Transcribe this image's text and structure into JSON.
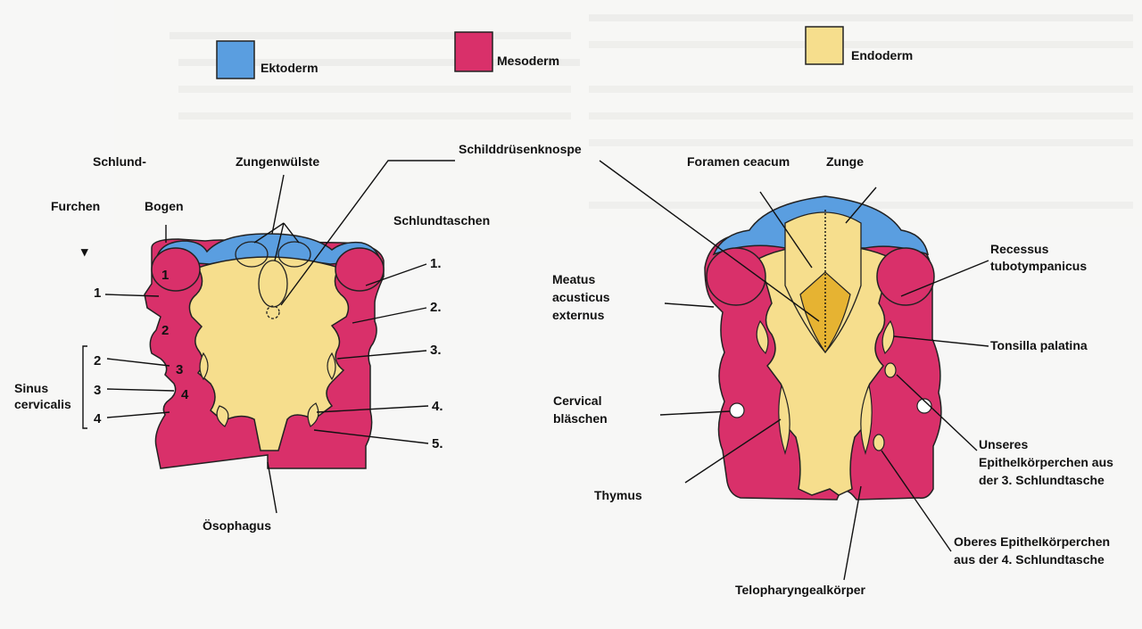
{
  "legend": {
    "ektoderm": {
      "label": "Ektoderm",
      "color": "#5a9ee0"
    },
    "mesoderm": {
      "label": "Mesoderm",
      "color": "#d9306a"
    },
    "endoderm": {
      "label": "Endoderm",
      "color": "#f6de8d"
    }
  },
  "colors": {
    "ektoderm": "#5a9ee0",
    "mesoderm": "#d9306a",
    "endoderm": "#f6de8d",
    "endoderm_dark": "#e6b332",
    "outline": "#222222"
  },
  "left": {
    "schlund": "Schlund-",
    "furchen": "Furchen",
    "bogen": "Bogen",
    "zungenwuelste": "Zungenwülste",
    "schilddruesenknospe": "Schilddrüsenknospe",
    "schlundtaschen": "Schlundtaschen",
    "sinus_line1": "Sinus",
    "sinus_line2": "cervicalis",
    "oesophagus": "Ösophagus",
    "arrow_glyph": "▾",
    "furchen_numbers": [
      "1",
      "2",
      "3",
      "4"
    ],
    "bogen_numbers": [
      "1",
      "2",
      "3",
      "4"
    ],
    "taschen_numbers": [
      "1.",
      "2.",
      "3.",
      "4.",
      "5."
    ]
  },
  "right": {
    "foramen": "Foramen ceacum",
    "zunge": "Zunge",
    "meatus_1": "Meatus",
    "meatus_2": "acusticus",
    "meatus_3": "externus",
    "recessus_1": "Recessus",
    "recessus_2": "tubotympanicus",
    "tonsilla": "Tonsilla palatina",
    "cervical_1": "Cervical",
    "cervical_2": "bläschen",
    "thymus": "Thymus",
    "unteres_1": "Unseres",
    "unteres_2": "Epithelkörperchen aus",
    "unteres_3": "der 3. Schlundtasche",
    "oberes_1": "Oberes Epithelkörperchen",
    "oberes_2": "aus der 4. Schlundtasche",
    "telopharyngeal": "Telopharyngealkörper"
  }
}
